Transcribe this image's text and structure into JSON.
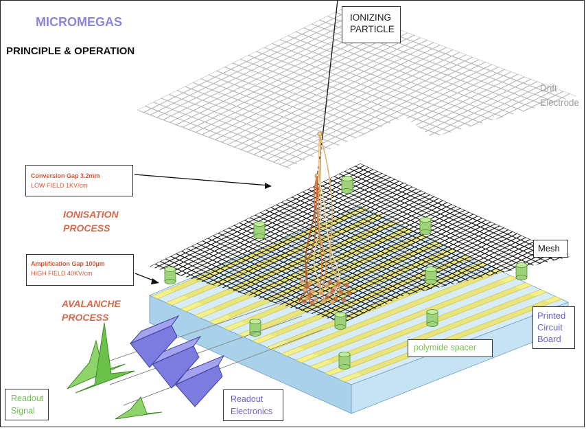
{
  "title": "MICROMEGAS",
  "subtitle": "PRINCIPLE & OPERATION",
  "labels": {
    "ionizing_line1": "IONIZING",
    "ionizing_line2": "PARTICLE",
    "drift_line1": "Drift",
    "drift_line2": "Electrode",
    "conversion_line1": "Conversion Gap   3.2mm",
    "conversion_line2": "LOW FIELD 1KV/cm",
    "ionisation_line1": "IONISATION",
    "ionisation_line2": "PROCESS",
    "amplification_line1": "Amplification Gap 100µm",
    "amplification_line2": "HIGH FIELD 40KV/cm",
    "avalanche_line1": "AVALANCHE",
    "avalanche_line2": "PROCESS",
    "mesh": "Mesh",
    "pcb_line1": "Printed",
    "pcb_line2": "Circuit",
    "pcb_line3": "Board",
    "spacer": "polymide spacer",
    "readout_signal_line1": "Readout",
    "readout_signal_line2": "Signal",
    "readout_electronics_line1": "Readout",
    "readout_electronics_line2": "Electronics"
  },
  "colors": {
    "title": "#8b86d8",
    "process_text": "#d26a4b",
    "gap_text": "#c95a3a",
    "pcb_top": "#cfe6f4",
    "pcb_side": "#9fcbe8",
    "strip": "#f4f08c",
    "strip_dark": "#c9bf3a",
    "spacer": "#9ed37a",
    "mesh": "#111111",
    "drift_grid": "#b5b5b5",
    "signal": "#7cc45a",
    "electronics": "#6a6ad0"
  }
}
